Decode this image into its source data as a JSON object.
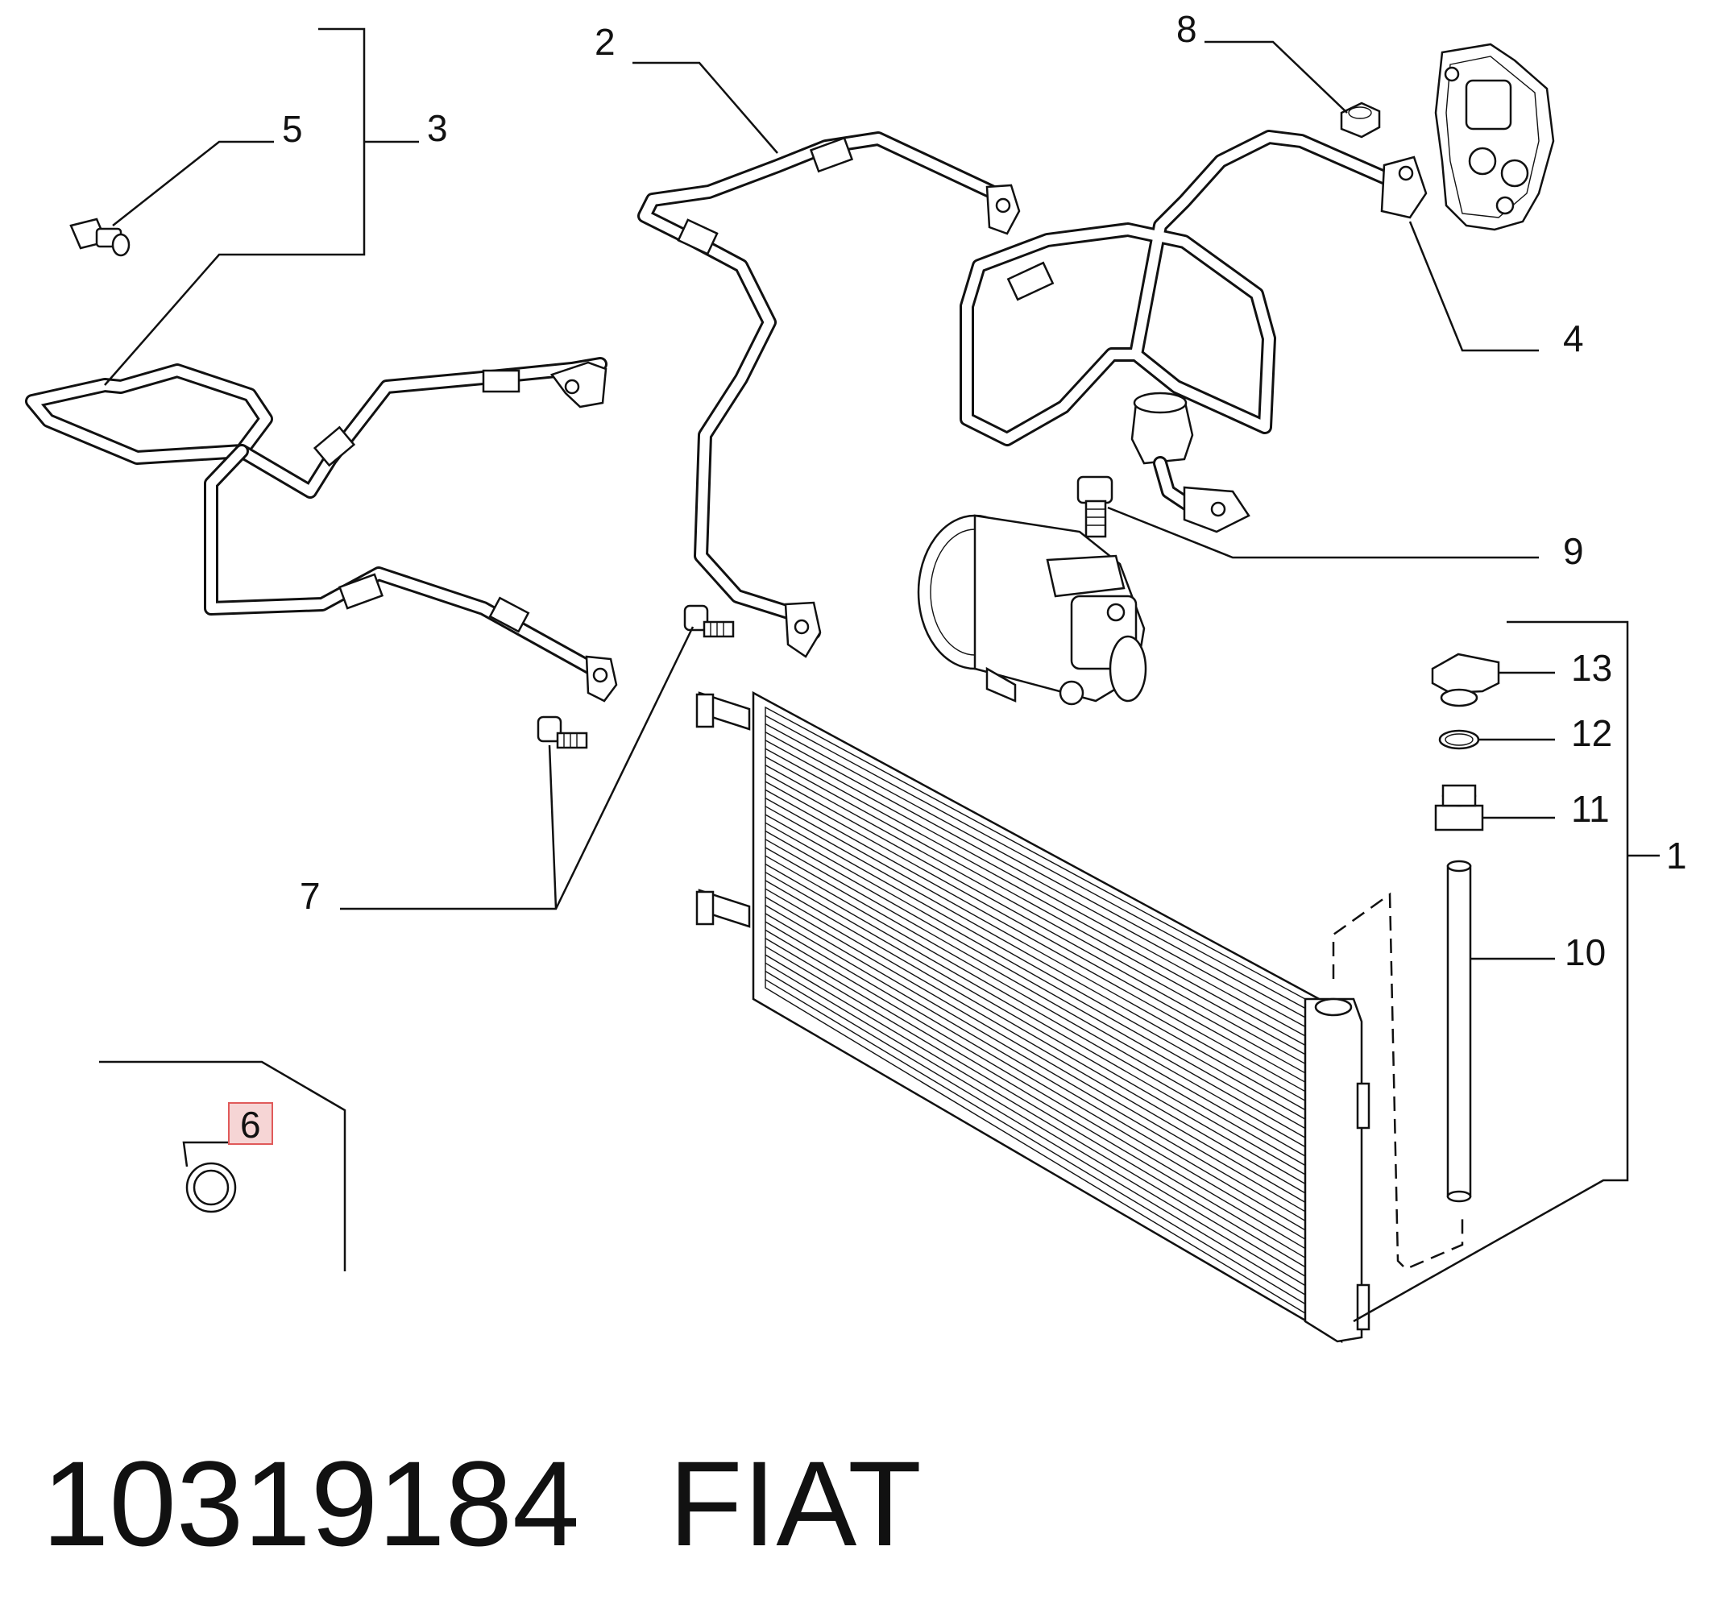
{
  "diagram": {
    "part_number": "10319184",
    "brand": "FIAT",
    "callouts": [
      "1",
      "2",
      "3",
      "4",
      "5",
      "6",
      "7",
      "8",
      "9",
      "10",
      "11",
      "12",
      "13"
    ],
    "highlighted_callout": "6",
    "highlight_color": "#e05a5a",
    "highlight_fill": "#f6d5d5"
  }
}
